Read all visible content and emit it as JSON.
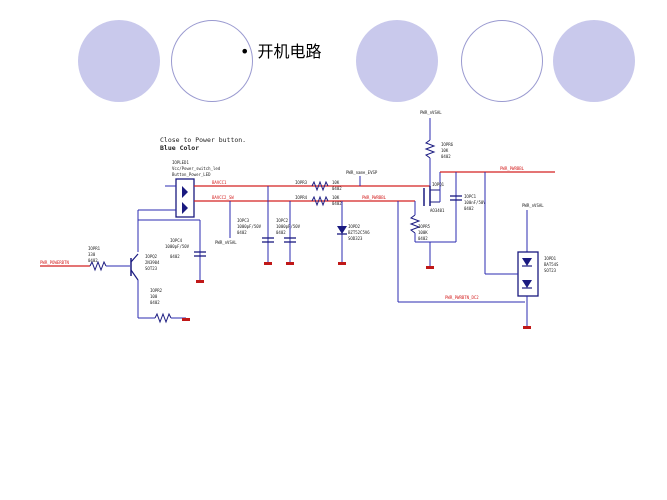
{
  "slide": {
    "bullet": "•",
    "title": "开机电路"
  },
  "diagram": {
    "note_line1": "Close to Power button.",
    "note_line2": "Blue Color",
    "labels": {
      "led_ref": "IOPLED1",
      "led_desc1": "Vcc/Power_switch_led",
      "led_desc2": "Button_Power_LED",
      "net_vcc1": "BAVCC1",
      "net_vcc2": "BAVCC2_SW",
      "r_ref1": "IOPR3",
      "r_val1": "10K",
      "r_pkg1": "0402",
      "r_ref2": "IOPR4",
      "r_val2": "10K",
      "r_pkg2": "0402",
      "pwr_name_evsp": "PWR_name_EVSP",
      "pwr_powerbtn": "PWR_POWERBTN",
      "rin_ref": "IOPR1",
      "rin_val": "330",
      "rin_pkg": "0402",
      "q2_ref": "IOPQ2",
      "q2_part": "2N3904",
      "q2_pkg": "SOT23",
      "c4_ref": "IOPC4",
      "c4_val": "1000pF/50V",
      "c4_pkg": "0402",
      "pwr_nvsal_mid": "PWR_nVSAL",
      "c3_ref": "IOPC3",
      "c3_val": "1000pF/50V",
      "c3_pkg": "0402",
      "c2_ref": "IOPC2",
      "c2_val": "1000pF/50V",
      "c2_pkg": "0402",
      "d2_ref": "IOPD2",
      "d2_part": "BZT52C5V6",
      "d2_pkg": "SOD323",
      "pwr_nvsal_top": "PWR_nVSAL",
      "r6_ref": "IOPR6",
      "r6_val": "10K",
      "r6_pkg": "0402",
      "q1_ref": "IOPQ1",
      "q1_part": "AO3401",
      "pwr_pwren_mid": "PWR_PWRBBL",
      "pwr_pwren_right": "PWR_PWRBBL",
      "c1_ref": "IOPC1",
      "c1_val": "100nF/50V",
      "c1_pkg": "0402",
      "r5_ref": "IOPR5",
      "r5_val": "100K",
      "r5_pkg": "0402",
      "pwr_nvsal_right": "PWR_nVSAL",
      "d1_ref": "IOPD1",
      "d1_part": "BAT54S",
      "d1_pkg": "SOT23",
      "r2_ref": "IOPR2",
      "r2_val": "100",
      "r2_pkg": "0402",
      "pwr_bottom": "PWR_PWRBTN_DC2"
    }
  },
  "colors": {
    "wire": "#2b2bb0",
    "net_red": "#d42020",
    "component": "#1a1a80",
    "ground": "#c01818",
    "circle_fill": "#c9c9ec",
    "circle_ring": "#9a9ad0"
  }
}
